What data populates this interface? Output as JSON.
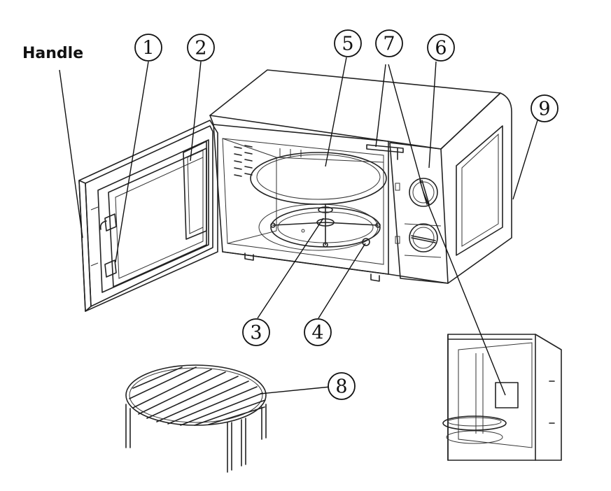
{
  "labels": {
    "handle": "Handle",
    "c1": "1",
    "c2": "2",
    "c3": "3",
    "c4": "4",
    "c5": "5",
    "c6": "6",
    "c7": "7",
    "c8": "8",
    "c9": "9"
  }
}
